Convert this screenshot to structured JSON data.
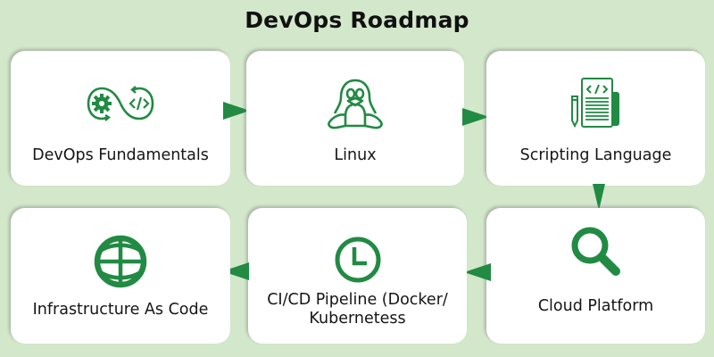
{
  "title": "DevOps Roadmap",
  "colors": {
    "background": "#d3e8cb",
    "accent": "#218a43",
    "card": "#ffffff"
  },
  "steps": [
    {
      "label": "DevOps Fundamentals",
      "icon": "devops-cycle-icon"
    },
    {
      "label": "Linux",
      "icon": "linux-penguin-icon"
    },
    {
      "label": "Scripting Language",
      "icon": "script-document-icon"
    },
    {
      "label": "Cloud Platform",
      "icon": "magnifier-icon"
    },
    {
      "label": "CI/CD Pipeline (Docker/",
      "label_line2": "Kubernetess",
      "icon": "clock-icon"
    },
    {
      "label": "Infrastructure As Code",
      "icon": "globe-icon"
    }
  ],
  "flow": [
    "DevOps Fundamentals",
    "Linux",
    "Scripting Language",
    "Cloud Platform",
    "CI/CD Pipeline (Docker/ Kubernetess",
    "Infrastructure As Code"
  ]
}
